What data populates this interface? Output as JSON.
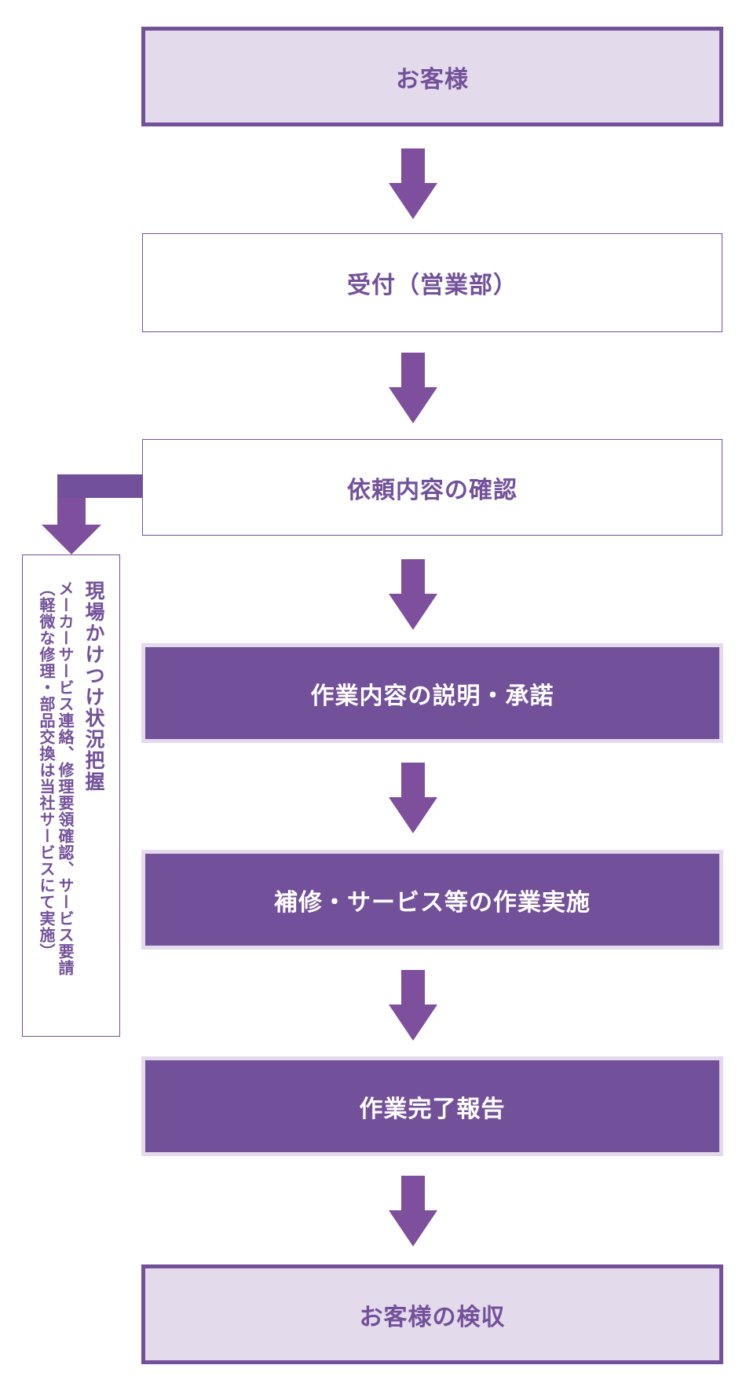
{
  "flow": {
    "steps": [
      {
        "label": "お客様",
        "style": "light"
      },
      {
        "label": "受付（営業部）",
        "style": "outline"
      },
      {
        "label": "依頼内容の確認",
        "style": "outline"
      },
      {
        "label": "作業内容の説明・承諾",
        "style": "dark"
      },
      {
        "label": "補修・サービス等の作業実施",
        "style": "dark"
      },
      {
        "label": "作業完了報告",
        "style": "dark"
      },
      {
        "label": "お客様の検収",
        "style": "light"
      }
    ],
    "arrow_icon": "down-arrow",
    "branch": {
      "from_step": "依頼内容の確認",
      "icon": "elbow-down-arrow",
      "lines": [
        "現場かけつけ状況把握",
        "メーカーサービス連絡、修理要領確認、サービス要請",
        "（軽微な修理・部品交換は当社サービスにて実施）"
      ]
    }
  },
  "colors": {
    "primary": "#72519a",
    "arrow": "#7d4f9c",
    "light_fill": "#e3dbeb",
    "dark_text": "#ffffff"
  }
}
